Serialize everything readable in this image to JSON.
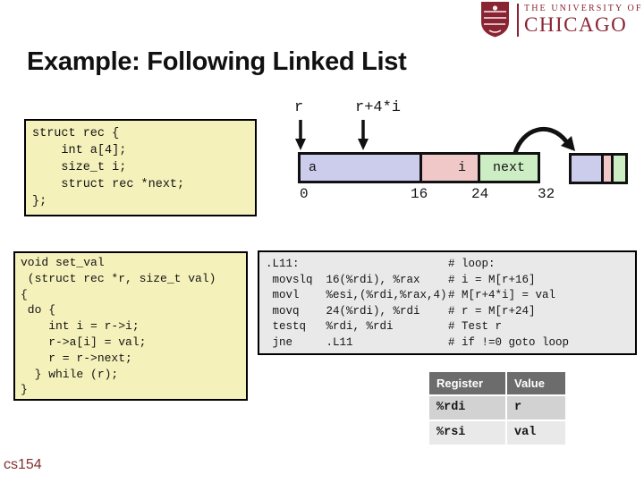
{
  "logo": {
    "line1": "THE UNIVERSITY OF",
    "line2": "CHICAGO",
    "brand_color": "#8a2432"
  },
  "title": "Example: Following Linked List",
  "struct_code": "struct rec {\n    int a[4];\n    size_t i;\n    struct rec *next;\n};",
  "c_code": "void set_val\n (struct rec *r, size_t val)\n{\n do {\n    int i = r->i;\n    r->a[i] = val;\n    r = r->next;\n  } while (r);\n}",
  "diagram": {
    "pointer_labels": [
      "r",
      "r+4*i"
    ],
    "cells": [
      {
        "label": "a",
        "color": "#ccccec"
      },
      {
        "label": "i",
        "color": "#f0c8c8"
      },
      {
        "label": "next",
        "color": "#cdeec4"
      }
    ],
    "addresses": [
      "0",
      "16",
      "24",
      "32"
    ]
  },
  "assembly": {
    "lines": [
      {
        "code": ".L11:",
        "comment": "# loop:"
      },
      {
        "code": " movslq  16(%rdi), %rax",
        "comment": "# i = M[r+16]"
      },
      {
        "code": " movl    %esi,(%rdi,%rax,4)",
        "comment": "# M[r+4*i] = val"
      },
      {
        "code": " movq    24(%rdi), %rdi",
        "comment": "# r = M[r+24]"
      },
      {
        "code": " testq   %rdi, %rdi",
        "comment": "# Test r"
      },
      {
        "code": " jne     .L11",
        "comment": "# if !=0 goto loop"
      }
    ]
  },
  "register_table": {
    "headers": [
      "Register",
      "Value"
    ],
    "rows": [
      [
        "%rdi",
        "r"
      ],
      [
        "%rsi",
        "val"
      ]
    ]
  },
  "footer": "cs154",
  "colors": {
    "code_box_bg": "#f4f1ba",
    "asm_box_bg": "#e9e9e9",
    "table_header_bg": "#6c6c6c",
    "table_row1_bg": "#d2d2d2",
    "table_row2_bg": "#e9e9e9"
  }
}
